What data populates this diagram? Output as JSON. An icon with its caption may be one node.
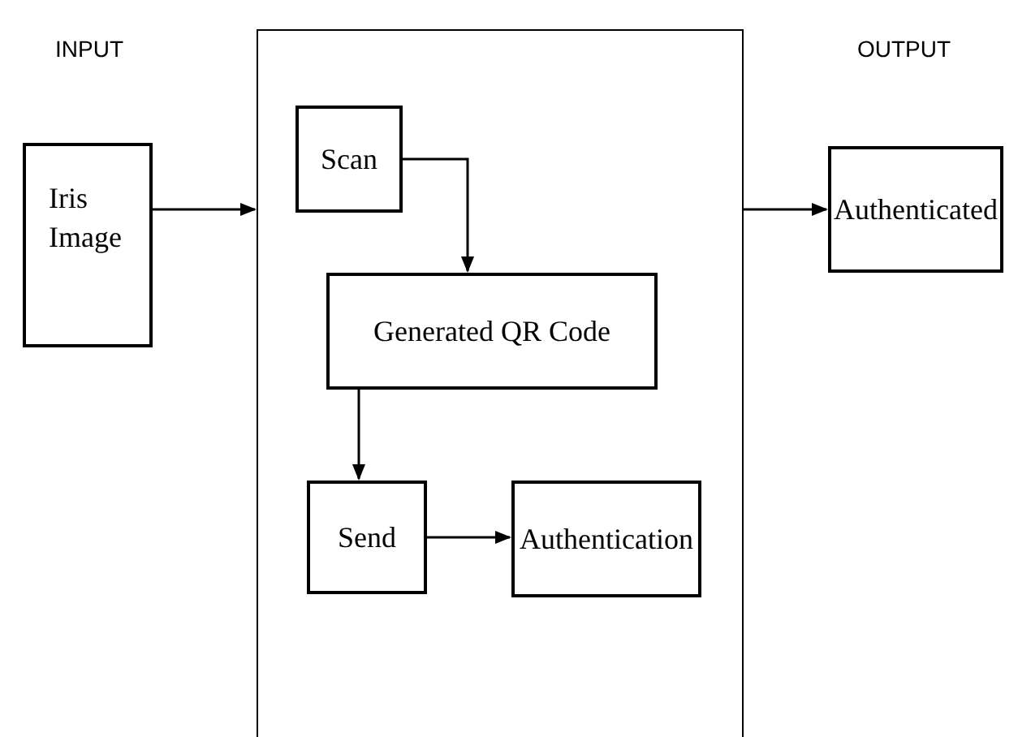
{
  "diagram": {
    "nodes": [
      {
        "text": [
          "Iris Image"
        ]
      },
      {
        "text": [],
        "shape": "box"
      },
      {
        "text": [
          "Scan"
        ],
        "in": 1
      },
      {
        "text": [
          "Generated QR Code"
        ],
        "in": 1
      },
      {
        "text": [
          "Send"
        ],
        "in": 1
      },
      {
        "text": [
          "Authentication"
        ],
        "in": 1
      },
      {
        "text": [
          "Authenticated"
        ]
      }
    ],
    "edges": [
      {
        "from": 0,
        "to": 1,
        "arrow": "to"
      },
      {
        "from": 1,
        "to": 6,
        "arrow": "to"
      },
      {
        "from": 2,
        "to": 3,
        "arrow": "to"
      },
      {
        "from": 3,
        "to": 4,
        "arrow": "to"
      },
      {
        "from": 4,
        "to": 5,
        "arrow": "to"
      }
    ],
    "labels": [
      "INPUT",
      "OUTPUT"
    ]
  }
}
